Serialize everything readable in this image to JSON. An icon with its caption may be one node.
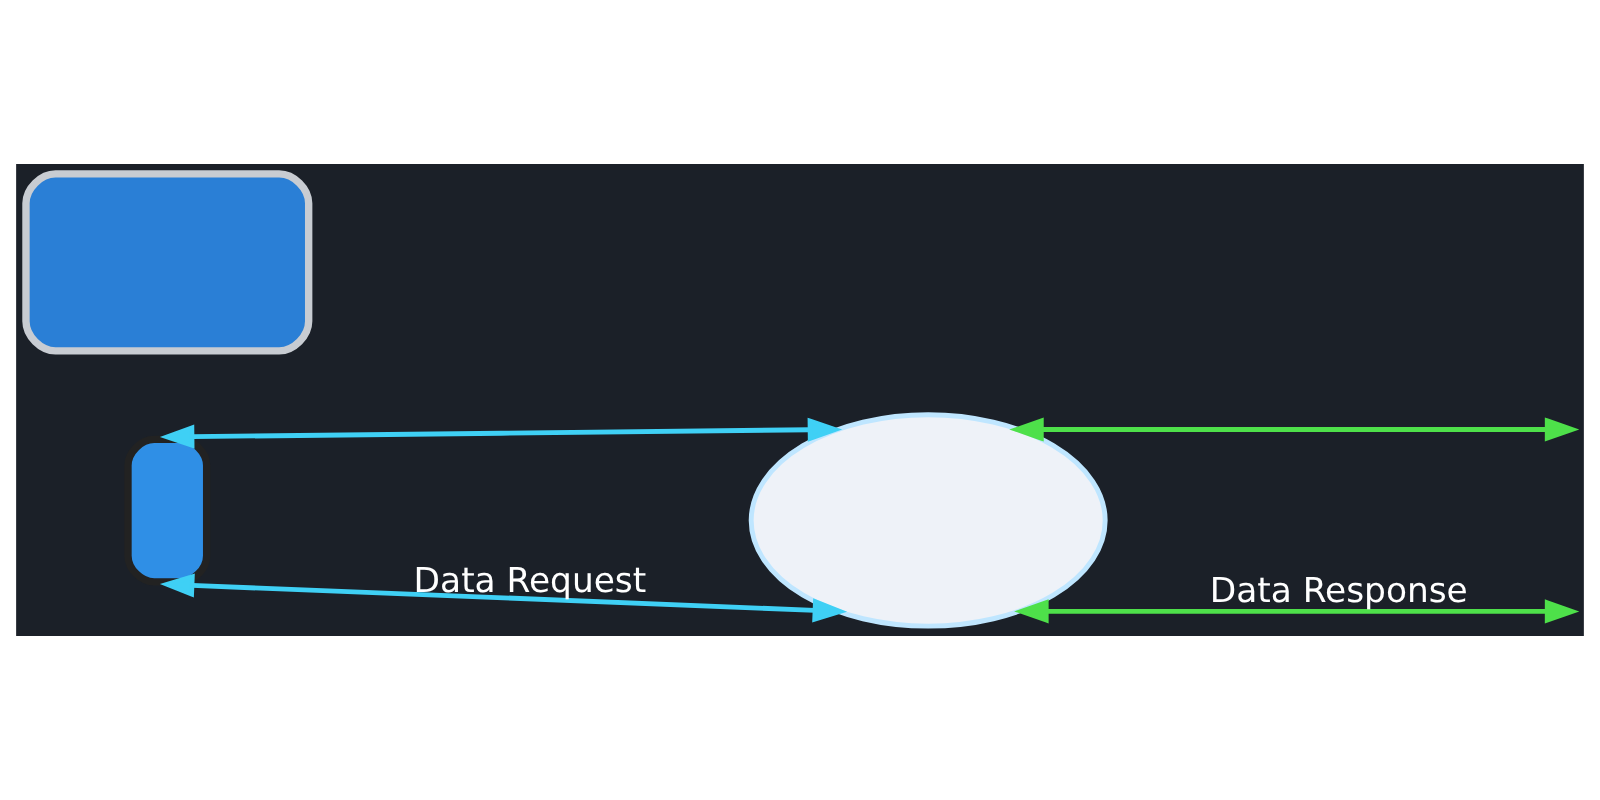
{
  "diagram": {
    "nodes": [
      {
        "text": [],
        "shape": "box"
      },
      {
        "text": [],
        "shape": "box"
      },
      {
        "text": [],
        "shape": "cloud"
      }
    ],
    "edges": [
      {
        "from": 1,
        "to": 2,
        "arrow": "both",
        "color": "#3fd0f5"
      },
      {
        "from": 1,
        "to": 2,
        "arrow": "both",
        "label": "Data Request",
        "color": "#3fd0f5"
      },
      {
        "from": 2,
        "to": null,
        "arrow": "both",
        "color": "#4ee04a"
      },
      {
        "from": 2,
        "to": null,
        "arrow": "both",
        "label": "Data Response",
        "color": "#4ee04a"
      }
    ]
  }
}
